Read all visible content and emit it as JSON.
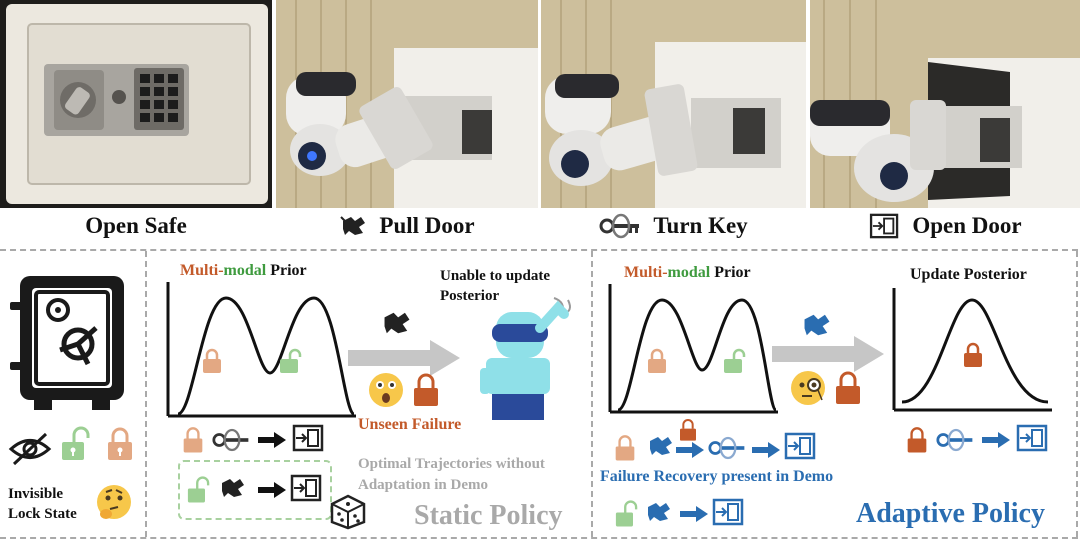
{
  "captions": {
    "open_safe": "Open Safe",
    "pull_door": "Pull Door",
    "turn_key": "Turn Key",
    "open_door": "Open Door"
  },
  "left_panel": {
    "state_label_line1": "Invisible",
    "state_label_line2": "Lock State"
  },
  "static_panel": {
    "prior_multi": "Multi-",
    "prior_modal": "modal",
    "prior_rest": " Prior",
    "unable_line1": "Unable to update",
    "unable_line2": "Posterior",
    "unseen_failure": "Unseen Failure",
    "optimal_line1": "Optimal Trajectories without",
    "optimal_line2": "Adaptation in Demo",
    "policy_title": "Static Policy"
  },
  "adaptive_panel": {
    "prior_multi": "Multi-",
    "prior_modal": "modal",
    "prior_rest": " Prior",
    "update_posterior": "Update Posterior",
    "failure_recovery": "Failure Recovery present in Demo",
    "policy_title": "Adaptive Policy"
  },
  "colors": {
    "orange": "#c35a2a",
    "green": "#3f9b3f",
    "blue": "#2a6db1",
    "gray": "#a9a9a9",
    "lock_orange": "#e3a883",
    "lock_green": "#9ccf93"
  },
  "icons": [
    "safe-icon",
    "hand-pull-icon",
    "key-icon",
    "door-open-icon",
    "eye-off-icon",
    "lock-open-icon",
    "lock-closed-icon",
    "thinking-face-icon",
    "astonished-face-icon",
    "monocle-face-icon",
    "dice-icon",
    "robot-icon",
    "arrow-right-icon"
  ]
}
